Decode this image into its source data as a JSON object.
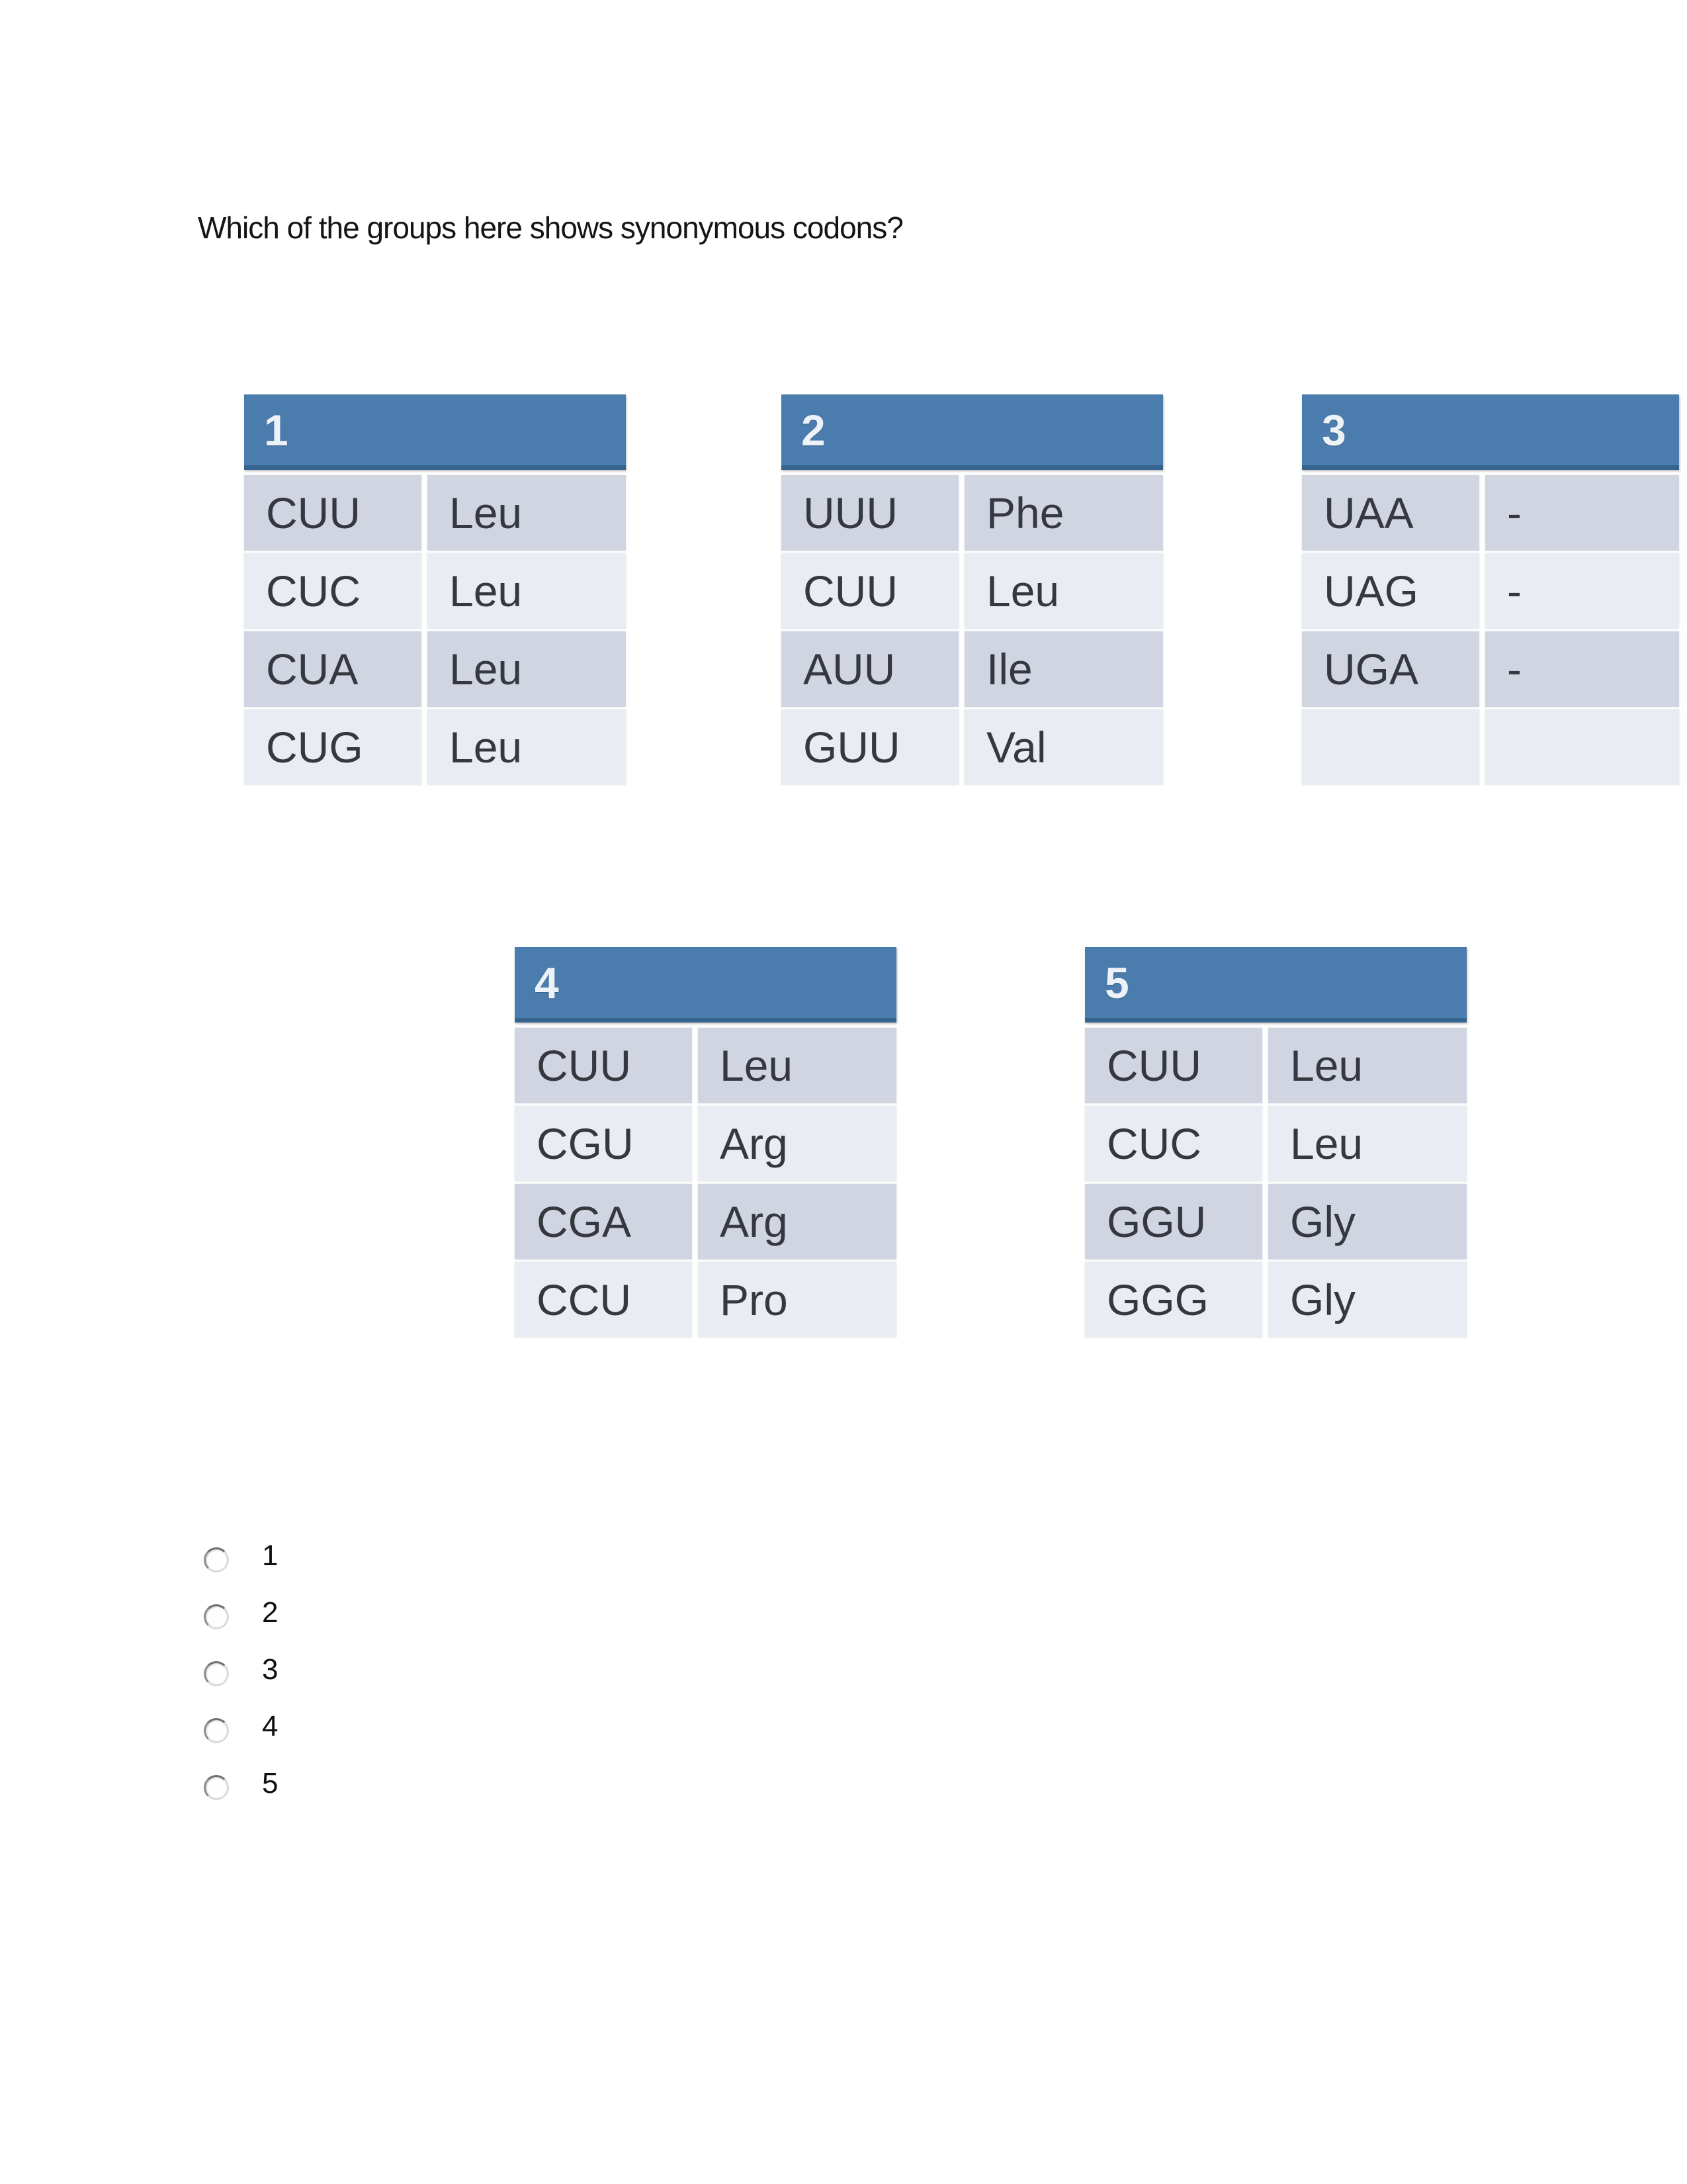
{
  "question": {
    "text": "Which of the groups here shows synonymous codons?"
  },
  "tables": [
    {
      "id": "1",
      "rows": [
        {
          "codon": "CUU",
          "amino": "Leu"
        },
        {
          "codon": "CUC",
          "amino": "Leu"
        },
        {
          "codon": "CUA",
          "amino": "Leu"
        },
        {
          "codon": "CUG",
          "amino": "Leu"
        }
      ]
    },
    {
      "id": "2",
      "rows": [
        {
          "codon": "UUU",
          "amino": "Phe"
        },
        {
          "codon": "CUU",
          "amino": "Leu"
        },
        {
          "codon": "AUU",
          "amino": "Ile"
        },
        {
          "codon": "GUU",
          "amino": "Val"
        }
      ]
    },
    {
      "id": "3",
      "rows": [
        {
          "codon": "UAA",
          "amino": "-"
        },
        {
          "codon": "UAG",
          "amino": "-"
        },
        {
          "codon": "UGA",
          "amino": "-"
        },
        {
          "codon": "",
          "amino": ""
        }
      ]
    },
    {
      "id": "4",
      "rows": [
        {
          "codon": "CUU",
          "amino": "Leu"
        },
        {
          "codon": "CGU",
          "amino": "Arg"
        },
        {
          "codon": "CGA",
          "amino": "Arg"
        },
        {
          "codon": "CCU",
          "amino": "Pro"
        }
      ]
    },
    {
      "id": "5",
      "rows": [
        {
          "codon": "CUU",
          "amino": "Leu"
        },
        {
          "codon": "CUC",
          "amino": "Leu"
        },
        {
          "codon": "GGU",
          "amino": "Gly"
        },
        {
          "codon": "GGG",
          "amino": "Gly"
        }
      ]
    }
  ],
  "options": [
    {
      "label": "1"
    },
    {
      "label": "2"
    },
    {
      "label": "3"
    },
    {
      "label": "4"
    },
    {
      "label": "5"
    }
  ],
  "colors": {
    "header_blue": "#4a7dad",
    "header_blue_dark": "#35648f",
    "row_dark": "#d0d5e1",
    "row_light": "#eaecf3",
    "table_text": "#35393f",
    "page_bg": "#ffffff"
  }
}
